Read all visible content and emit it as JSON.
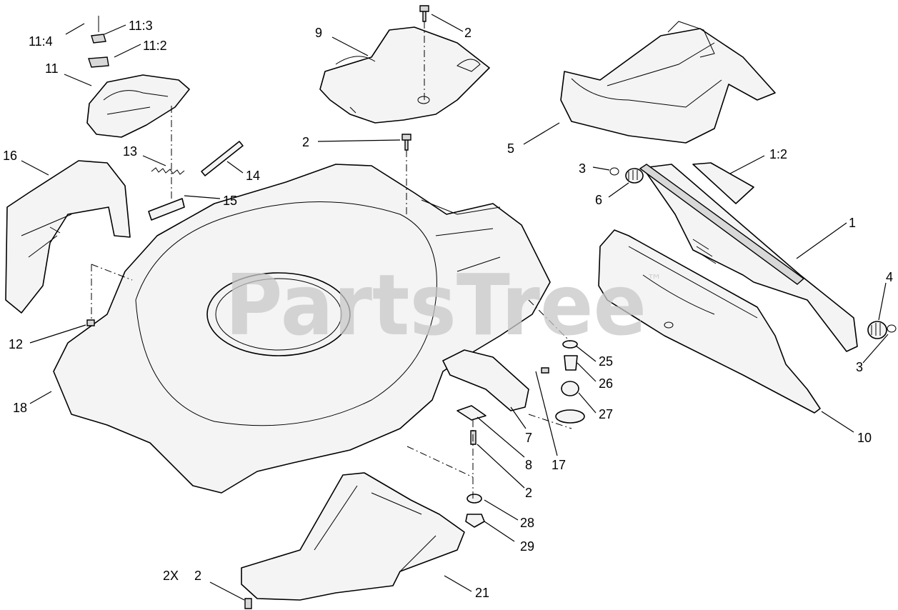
{
  "watermark": {
    "text": "PartsTree",
    "trademark": "™"
  },
  "callouts": [
    {
      "id": "c-11-4",
      "label": "11:4"
    },
    {
      "id": "c-11-3",
      "label": "11:3"
    },
    {
      "id": "c-11-2",
      "label": "11:2"
    },
    {
      "id": "c-11",
      "label": "11"
    },
    {
      "id": "c-9",
      "label": "9"
    },
    {
      "id": "c-2-top",
      "label": "2"
    },
    {
      "id": "c-2-mid",
      "label": "2"
    },
    {
      "id": "c-5",
      "label": "5"
    },
    {
      "id": "c-16",
      "label": "16"
    },
    {
      "id": "c-13",
      "label": "13"
    },
    {
      "id": "c-14",
      "label": "14"
    },
    {
      "id": "c-15",
      "label": "15"
    },
    {
      "id": "c-1-2",
      "label": "1:2"
    },
    {
      "id": "c-3-top",
      "label": "3"
    },
    {
      "id": "c-6",
      "label": "6"
    },
    {
      "id": "c-1",
      "label": "1"
    },
    {
      "id": "c-4",
      "label": "4"
    },
    {
      "id": "c-3-right",
      "label": "3"
    },
    {
      "id": "c-12",
      "label": "12"
    },
    {
      "id": "c-25",
      "label": "25"
    },
    {
      "id": "c-26",
      "label": "26"
    },
    {
      "id": "c-27",
      "label": "27"
    },
    {
      "id": "c-18",
      "label": "18"
    },
    {
      "id": "c-10",
      "label": "10"
    },
    {
      "id": "c-7",
      "label": "7"
    },
    {
      "id": "c-8",
      "label": "8"
    },
    {
      "id": "c-17",
      "label": "17"
    },
    {
      "id": "c-2-lower",
      "label": "2"
    },
    {
      "id": "c-28",
      "label": "28"
    },
    {
      "id": "c-29",
      "label": "29"
    },
    {
      "id": "c-2x",
      "label": "2X"
    },
    {
      "id": "c-2-bottom",
      "label": "2"
    },
    {
      "id": "c-21",
      "label": "21"
    }
  ]
}
